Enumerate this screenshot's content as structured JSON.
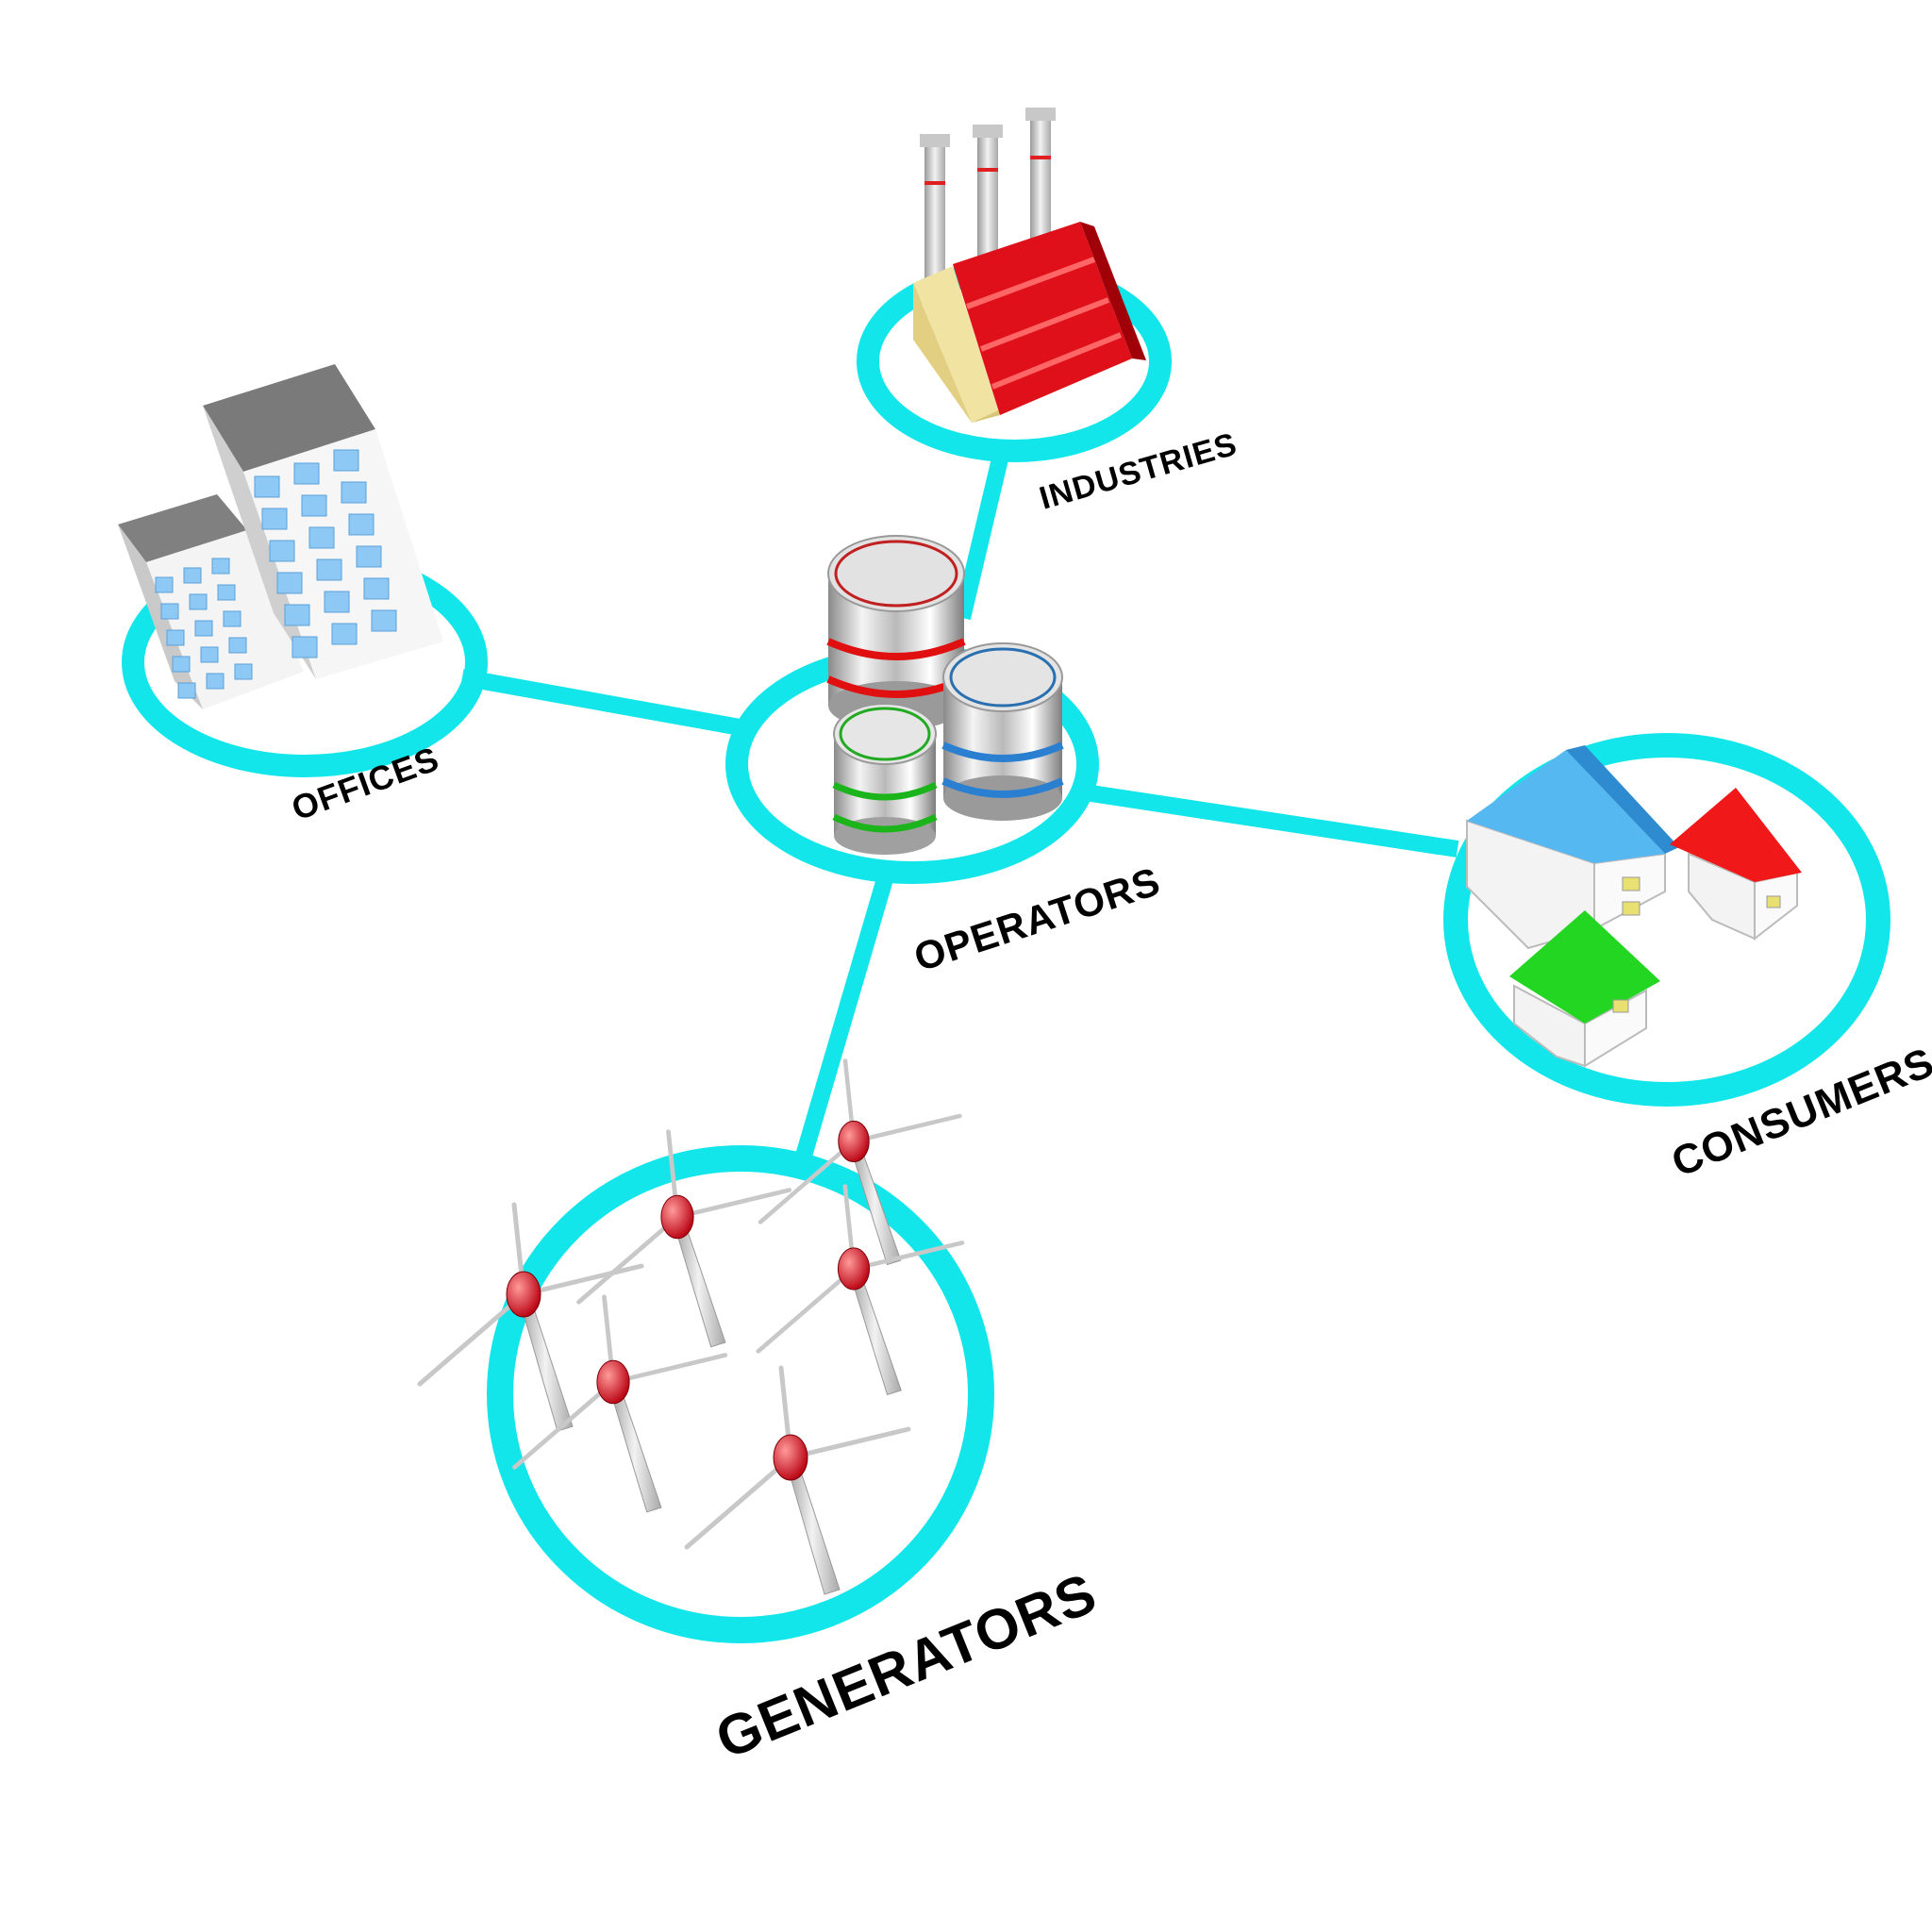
{
  "colors": {
    "ring": "#12e6ea",
    "background": "#ffffff",
    "label": "#000000"
  },
  "nodes": {
    "industries": {
      "label": "INDUSTRIES",
      "icon": "factory-icon"
    },
    "offices": {
      "label": "OFFICES",
      "icon": "office-buildings-icon"
    },
    "operators": {
      "label": "OPERATORS",
      "icon": "storage-tanks-icon"
    },
    "consumers": {
      "label": "CONSUMERS",
      "icon": "houses-icon"
    },
    "generators": {
      "label": "GENERATORS",
      "icon": "wind-turbines-icon"
    }
  },
  "edges": [
    {
      "from": "operators",
      "to": "industries"
    },
    {
      "from": "operators",
      "to": "offices"
    },
    {
      "from": "operators",
      "to": "consumers"
    },
    {
      "from": "operators",
      "to": "generators"
    }
  ]
}
